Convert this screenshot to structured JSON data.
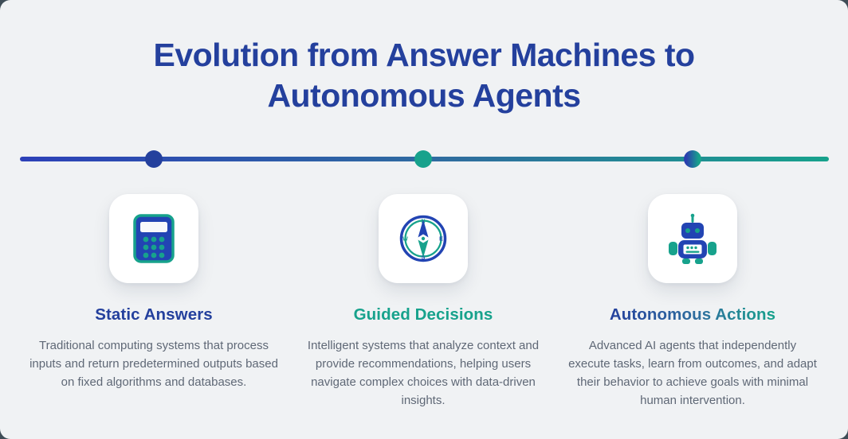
{
  "title": "Evolution from Answer Machines to Autonomous Agents",
  "colors": {
    "outer_background": "#3f4d57",
    "panel_background": "#f0f2f4",
    "primary_blue": "#24409d",
    "teal": "#17a28c",
    "icon_blue": "#2244b3",
    "body_text": "#5f6876",
    "timeline_gradient": [
      "#2c40b8",
      "#17a28c"
    ]
  },
  "timeline": {
    "dots": [
      {
        "color": "#24409d"
      },
      {
        "color": "#17a28c"
      },
      {
        "color": "gradient #2a3eae to #17a28c"
      }
    ]
  },
  "stages": [
    {
      "icon": "calculator-icon",
      "title": "Static Answers",
      "title_color": "#24409d",
      "description": "Traditional computing systems that process inputs and return predetermined outputs based on fixed algorithms and databases."
    },
    {
      "icon": "compass-icon",
      "title": "Guided Decisions",
      "title_color": "#17a28c",
      "description": "Intelligent systems that analyze context and provide recommendations, helping users navigate complex choices with data-driven insights."
    },
    {
      "icon": "robot-icon",
      "title": "Autonomous Actions",
      "title_color": "gradient #24409d to #17a28c",
      "description": "Advanced AI agents that independently execute tasks, learn from outcomes, and adapt their behavior to achieve goals with minimal human intervention."
    }
  ],
  "icons": {
    "compass": {
      "cardinals": [
        "N",
        "E",
        "S",
        "W"
      ]
    }
  }
}
